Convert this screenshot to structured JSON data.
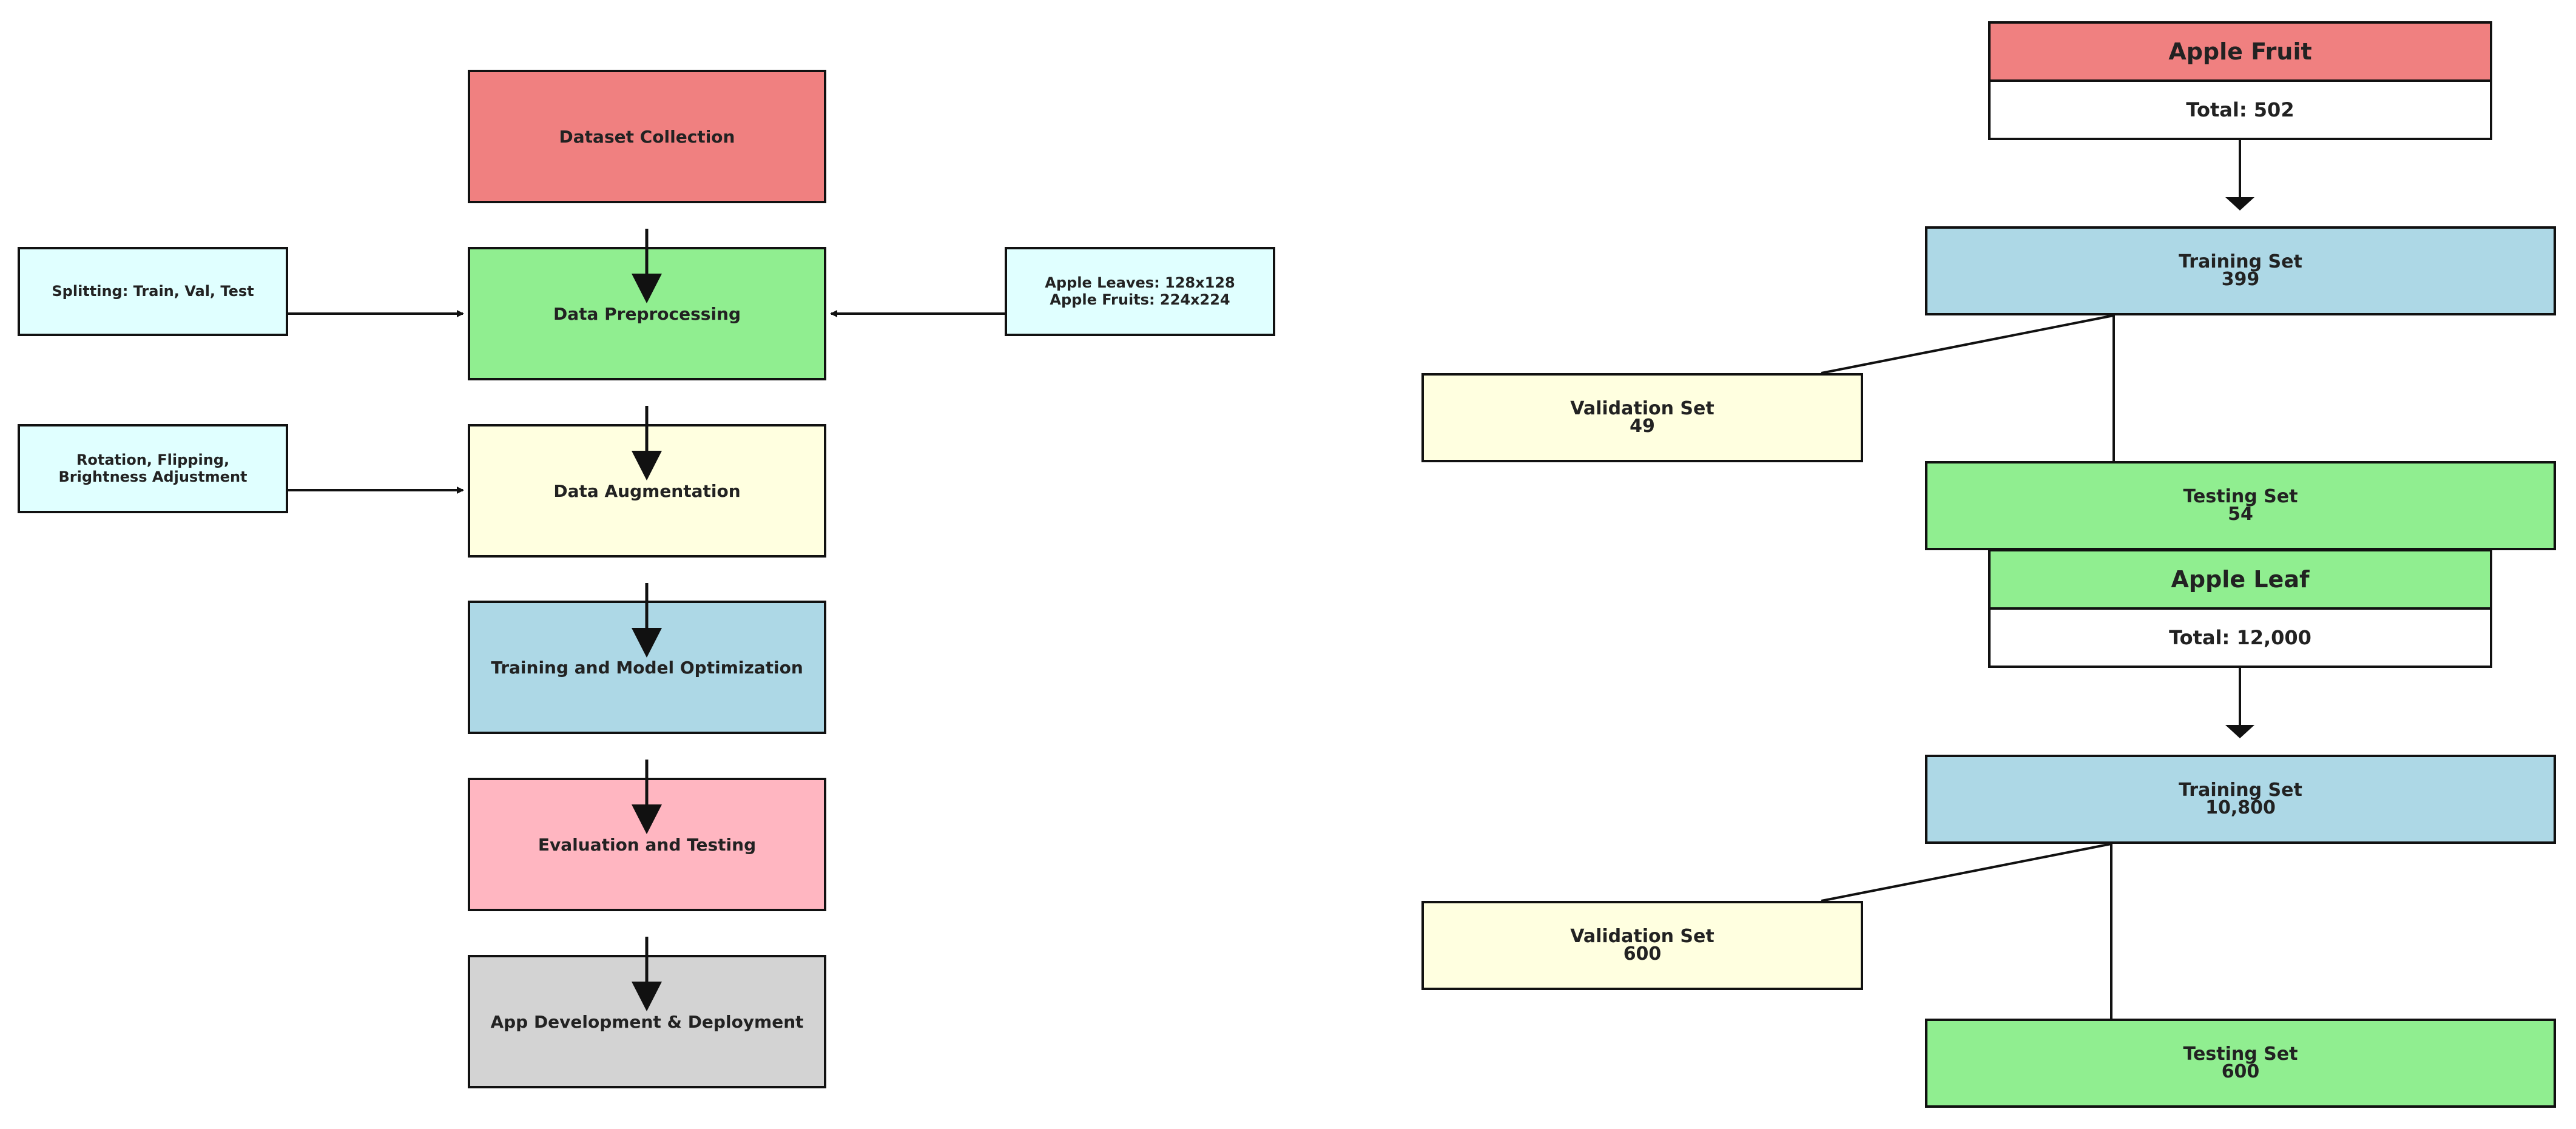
{
  "colors": {
    "red": "#f08080",
    "green": "#90ee90",
    "yellow": "#ffffe0",
    "blue": "#add8e6",
    "pink": "#ffb6c1",
    "gray": "#d3d3d3",
    "cyan": "#e0ffff",
    "white": "#ffffff",
    "line": "#111111"
  },
  "pipeline": [
    "Dataset Collection",
    "Data Preprocessing",
    "Data Augmentation",
    "Training and Model Optimization",
    "Evaluation and Testing",
    "App Development & Deployment"
  ],
  "side_notes": {
    "splitting": "Splitting: Train, Val, Test",
    "sizes_line1": "Apple Leaves: 128x128",
    "sizes_line2": "Apple Fruits: 224x224",
    "augmentation_line1": "Rotation, Flipping,",
    "augmentation_line2": "Brightness Adjustment"
  },
  "fruit": {
    "title": "Apple Fruit",
    "total": "Total: 502",
    "training_label": "Training Set",
    "training_value": "399",
    "validation_label": "Validation Set",
    "validation_value": "49",
    "testing_label": "Testing Set",
    "testing_value": "54"
  },
  "leaf": {
    "title": "Apple Leaf",
    "total": "Total: 12,000",
    "training_label": "Training Set",
    "training_value": "10,800",
    "validation_label": "Validation Set",
    "validation_value": "600",
    "testing_label": "Testing Set",
    "testing_value": "600"
  }
}
